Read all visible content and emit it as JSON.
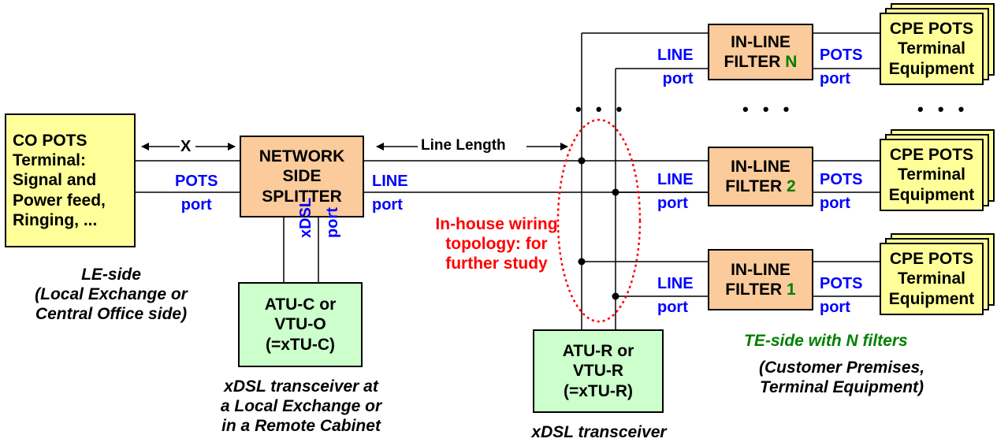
{
  "co_terminal": [
    "CO POTS",
    "Terminal:",
    "Signal and",
    "Power feed,",
    "Ringing, ..."
  ],
  "network_splitter": [
    "NETWORK",
    "SIDE",
    "SPLITTER"
  ],
  "splitter_pots_port": [
    "POTS",
    "port"
  ],
  "splitter_line_port": [
    "LINE",
    "port"
  ],
  "splitter_xdsl_port": [
    "xDSL",
    "port"
  ],
  "x_label": "X",
  "line_length_label": "Line Length",
  "atu_c": [
    "ATU-C or",
    "VTU-O",
    "(=xTU-C)"
  ],
  "atu_r": [
    "ATU-R or",
    "VTU-R",
    "(=xTU-R)"
  ],
  "inhouse_wiring": [
    "In-house wiring",
    "topology: for",
    "further study"
  ],
  "le_side_caption": [
    "LE-side",
    "(Local Exchange or",
    "Central Office side)"
  ],
  "xtuc_caption": [
    "xDSL transceiver at",
    "a Local Exchange or",
    "in a Remote Cabinet"
  ],
  "xtur_caption": "xDSL transceiver",
  "te_side_title": "TE-side with N filters",
  "te_side_caption": [
    "(Customer Premises,",
    "Terminal Equipment)"
  ],
  "ellipsis": "• • •",
  "filters": [
    {
      "line1": "IN-LINE",
      "line2": "FILTER",
      "num": "N",
      "line_port": [
        "LINE",
        "port"
      ],
      "pots_port": [
        "POTS",
        "port"
      ]
    },
    {
      "line1": "IN-LINE",
      "line2": "FILTER",
      "num": "2",
      "line_port": [
        "LINE",
        "port"
      ],
      "pots_port": [
        "POTS",
        "port"
      ]
    },
    {
      "line1": "IN-LINE",
      "line2": "FILTER",
      "num": "1",
      "line_port": [
        "LINE",
        "port"
      ],
      "pots_port": [
        "POTS",
        "port"
      ]
    }
  ],
  "cpe_terminal": [
    "CPE POTS",
    "Terminal",
    "Equipment"
  ],
  "colors": {
    "yellow": "#ffff99",
    "orange": "#fbcb9b",
    "green": "#ccffcc",
    "port_blue": "#0000ff",
    "note_red": "#ff0000",
    "te_green": "#008000"
  }
}
